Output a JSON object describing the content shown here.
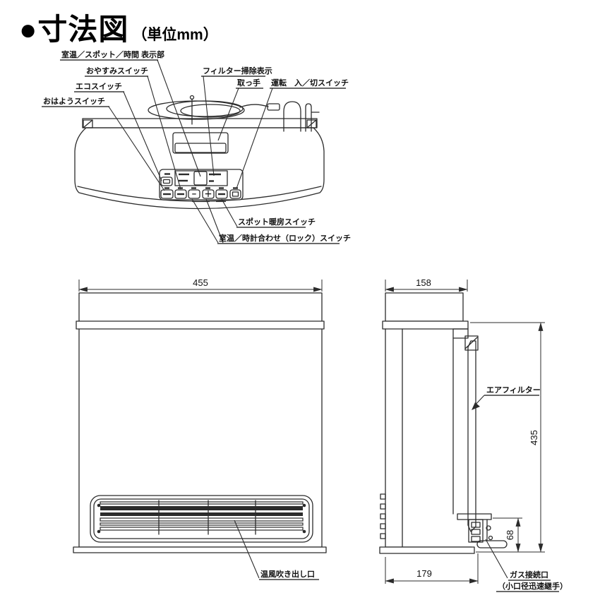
{
  "title": {
    "main": "●寸法図",
    "unit": "（単位mm）"
  },
  "top_view": {
    "labels": {
      "display": "室温／スポット／時間 表示部",
      "sleep": "おやすみスイッチ",
      "eco": "エコスイッチ",
      "wake": "おはようスイッチ",
      "filter_clean": "フィルター掃除表示",
      "handle": "取っ手",
      "power": "運転　入／切スイッチ",
      "spot": "スポット暖房スイッチ",
      "temp_clock": "室温／時計合わせ（ロック）スイッチ"
    },
    "panel": {
      "minus": "−",
      "plus": "＋"
    }
  },
  "front_view": {
    "dims": {
      "width": "455"
    },
    "labels": {
      "outlet": "温風吹き出し口"
    }
  },
  "side_view": {
    "dims": {
      "depth": "158",
      "height": "435",
      "gas_height": "68",
      "base_depth": "179"
    },
    "labels": {
      "air_filter": "エアフィルター",
      "gas_port": "ガス接続口",
      "gas_port_sub": "（小口径迅速継手）"
    }
  }
}
